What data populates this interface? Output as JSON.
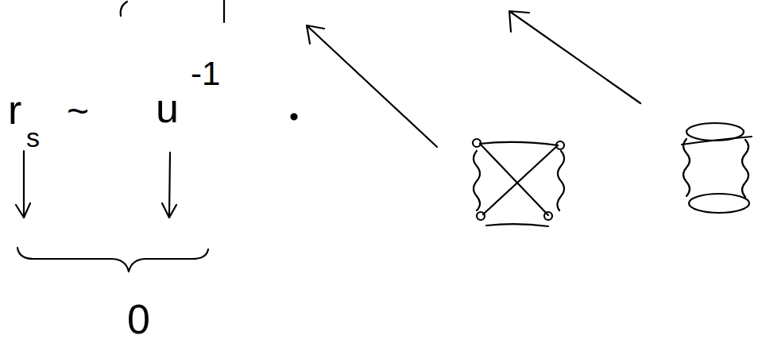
{
  "diagram": {
    "labels": [
      "r",
      "s",
      "~",
      "u",
      "-1",
      "0"
    ]
  }
}
